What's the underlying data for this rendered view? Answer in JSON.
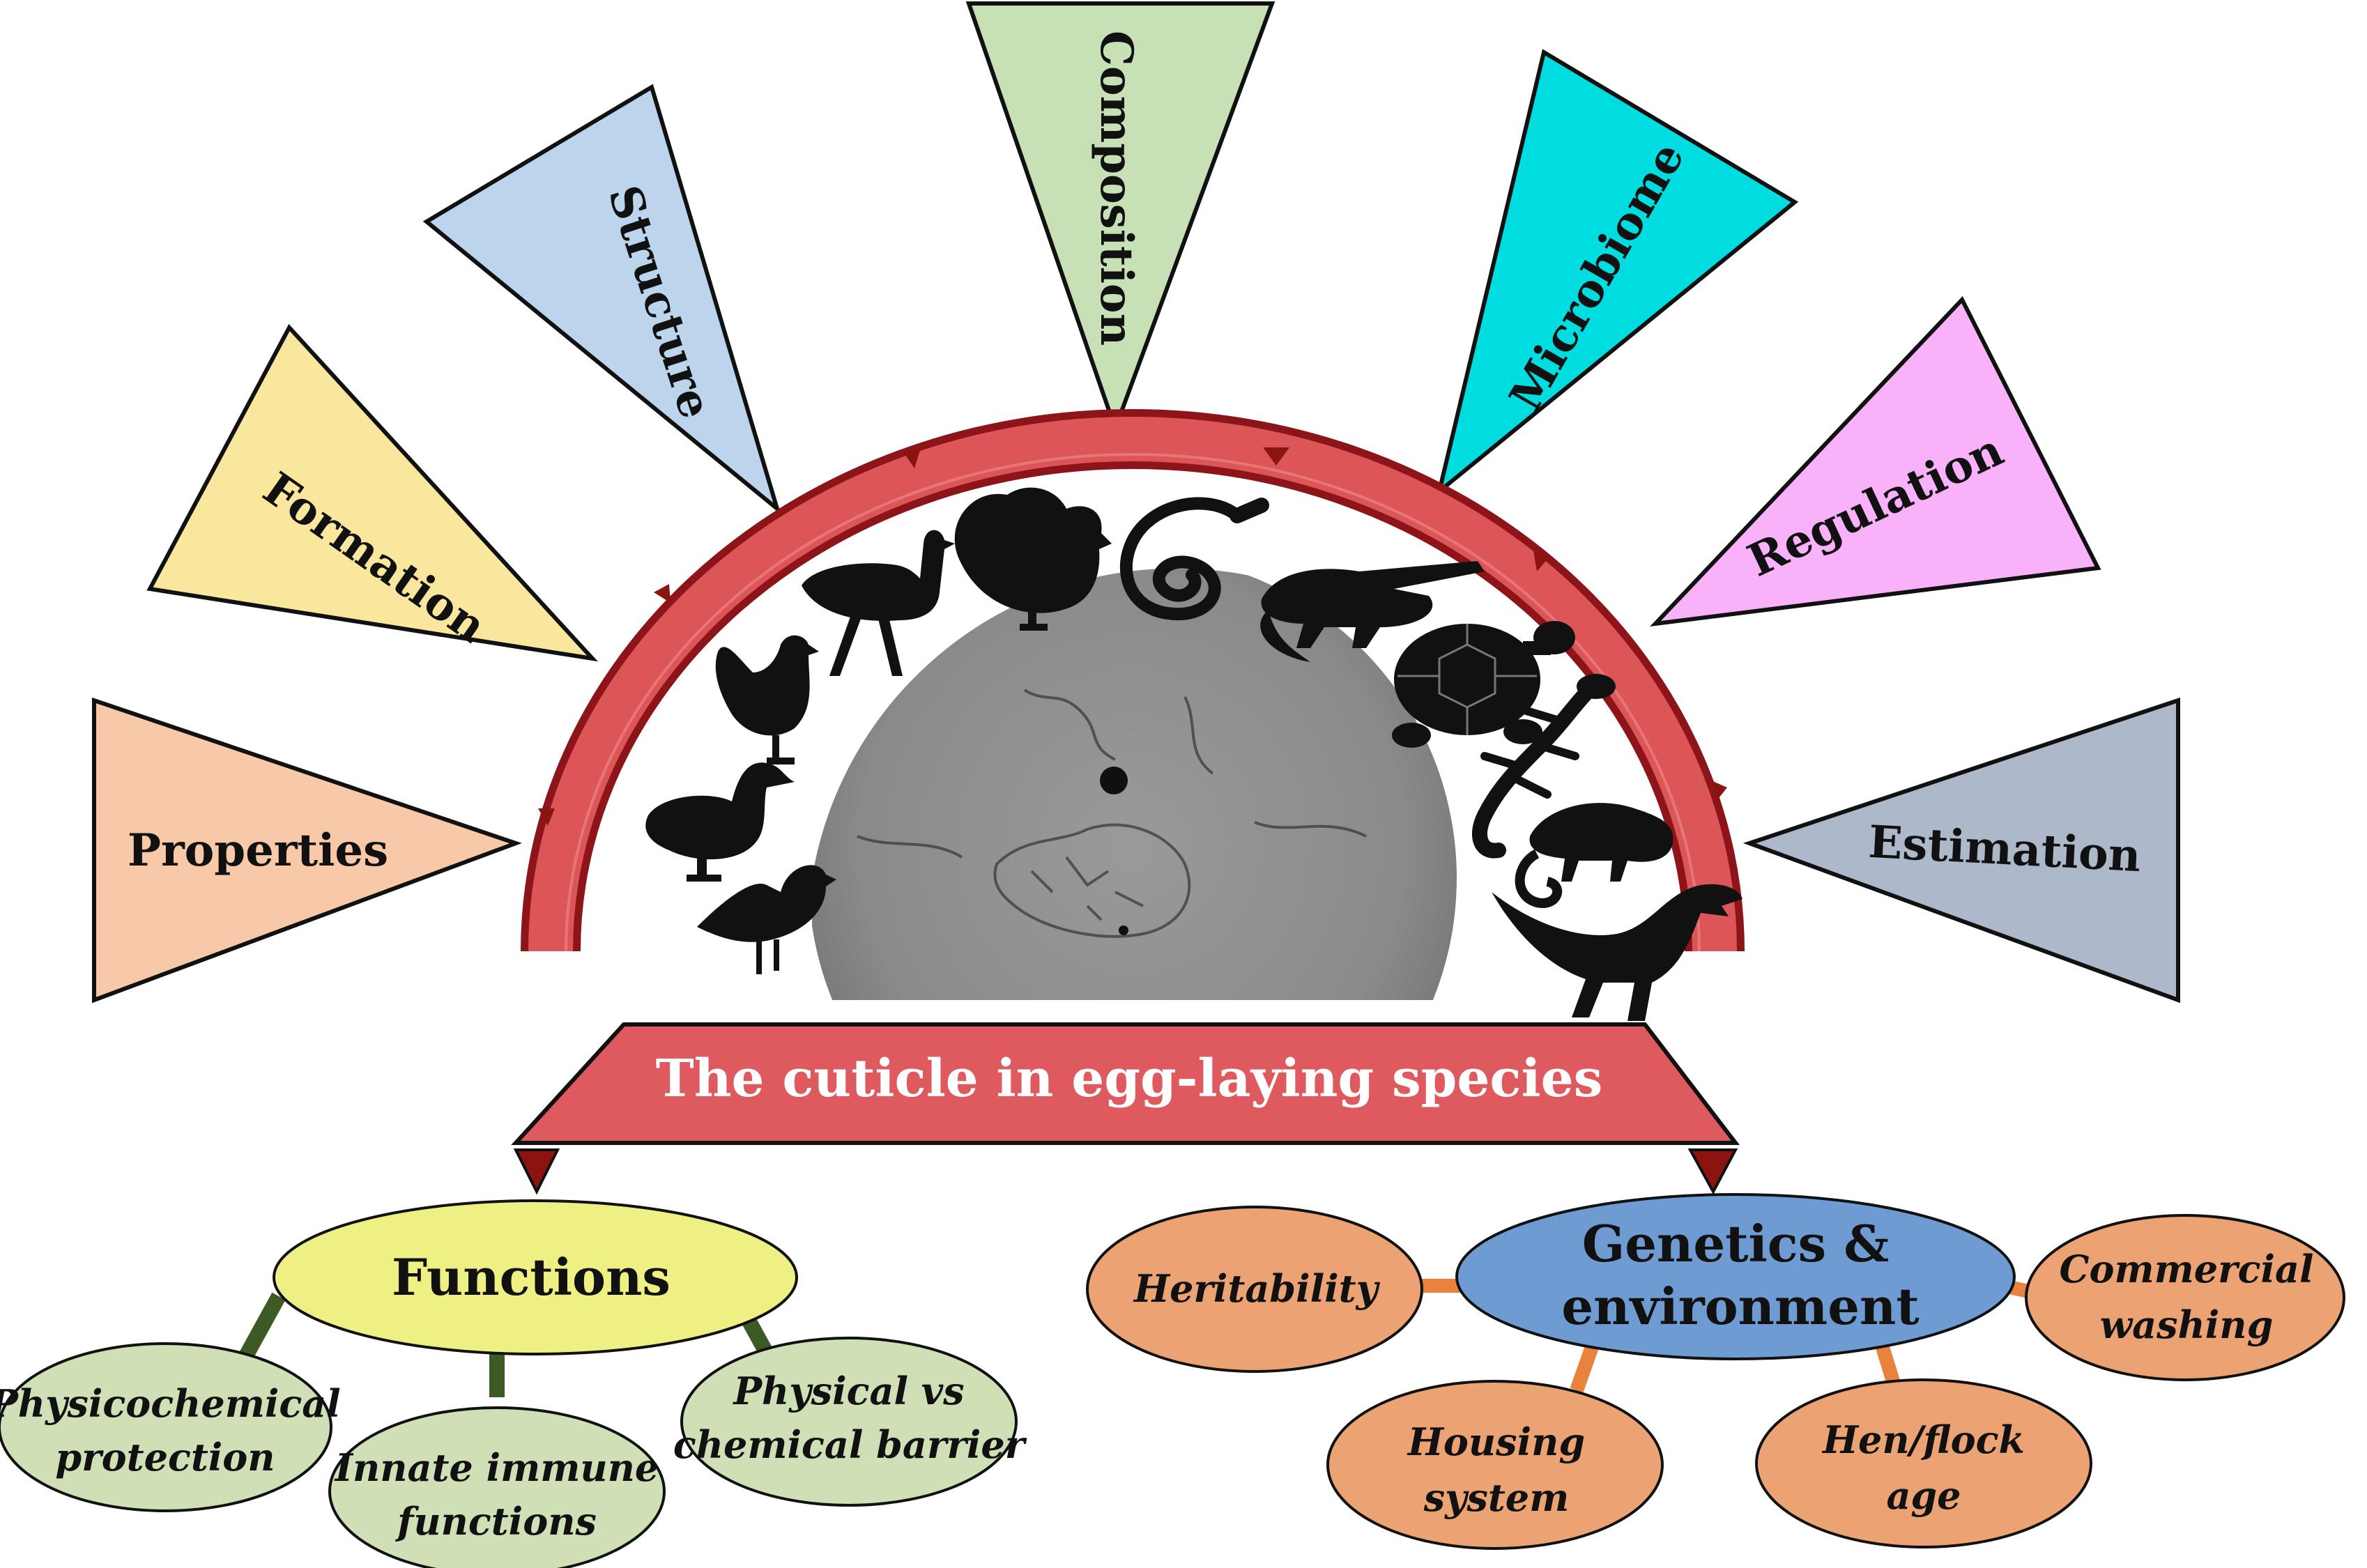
{
  "title": "The cuticle in egg-laying species",
  "topics": [
    {
      "label": "Properties",
      "color": "#f7c9a9"
    },
    {
      "label": "Formation",
      "color": "#fae79e"
    },
    {
      "label": "Structure",
      "color": "#bcd4ec"
    },
    {
      "label": "Composition",
      "color": "#c7e0b5"
    },
    {
      "label": "Microbiome",
      "color": "#00dde0"
    },
    {
      "label": "Regulation",
      "color": "#f9b1f9"
    },
    {
      "label": "Estimation",
      "color": "#aeb8cb"
    }
  ],
  "functions": {
    "label": "Functions",
    "color": "#eef084",
    "items": [
      {
        "line1": "Physicochemical",
        "line2": "protection"
      },
      {
        "line1": "Innate immune",
        "line2": "functions"
      },
      {
        "line1": "Physical vs",
        "line2": "chemical barrier"
      }
    ],
    "item_color": "#cfdfb6",
    "connector_color": "#3d5a24"
  },
  "genetics": {
    "line1": "Genetics &",
    "line2": "environment",
    "color": "#6e9cd2",
    "item_color": "#eba374",
    "connector_color": "#e9823d",
    "items": [
      {
        "line1": "Heritability",
        "line2": ""
      },
      {
        "line1": "Commercial",
        "line2": "washing"
      },
      {
        "line1": "Housing",
        "line2": "system"
      },
      {
        "line1": "Hen/flock",
        "line2": "age"
      }
    ]
  },
  "colors": {
    "arch": "#dc5658",
    "arch_dark": "#a8161c",
    "banner": "#de5a5e",
    "marker": "#8b1410",
    "image": "#8a8a8a",
    "silhouette": "#111111"
  },
  "species_icons": [
    "bird-icon",
    "duck-icon",
    "hen-icon",
    "ostrich-icon",
    "turkey-icon",
    "snake-icon",
    "crocodile-icon",
    "turtle-icon",
    "lizard-icon",
    "chameleon-icon",
    "dinosaur-icon"
  ]
}
